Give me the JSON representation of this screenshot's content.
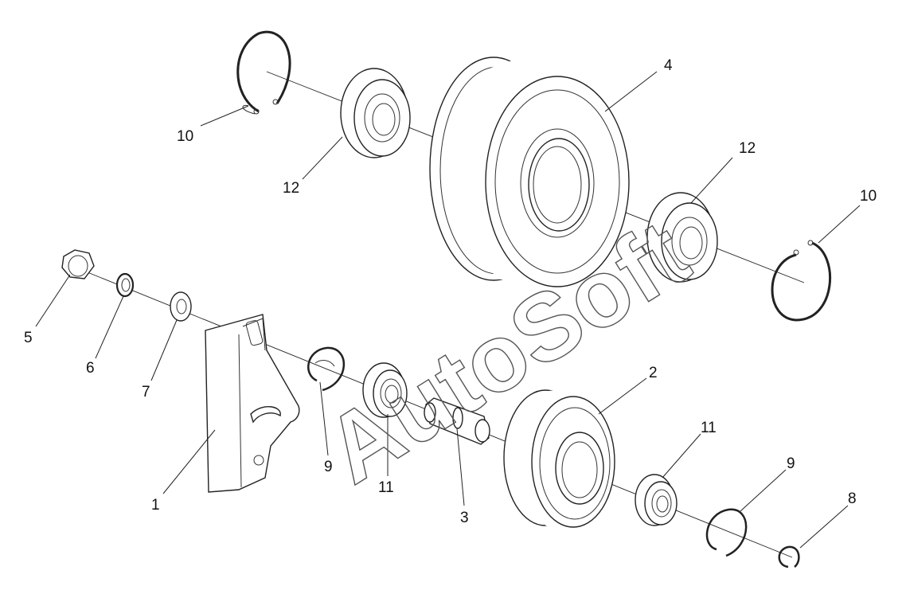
{
  "watermark": "AutoSoft",
  "labels": {
    "l1": "1",
    "l2": "2",
    "l3": "3",
    "l4": "4",
    "l5": "5",
    "l6": "6",
    "l7": "7",
    "l8": "8",
    "l9a": "9",
    "l9b": "9",
    "l10a": "10",
    "l10b": "10",
    "l11a": "11",
    "l11b": "11",
    "l12a": "12",
    "l12b": "12"
  }
}
